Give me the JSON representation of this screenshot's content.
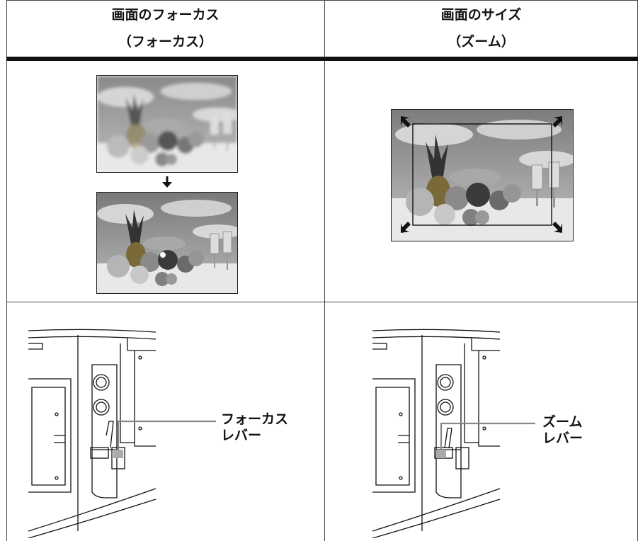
{
  "columns": [
    {
      "title": "画面のフォーカス",
      "subtitle": "（フォーカス）"
    },
    {
      "title": "画面のサイズ",
      "subtitle": "（ズーム）"
    }
  ],
  "labels": {
    "focus_lever_line1": "フォーカス",
    "focus_lever_line2": "レバー",
    "zoom_lever_line1": "ズーム",
    "zoom_lever_line2": "レバー"
  },
  "icons": {
    "arrow": "arrow-down-icon",
    "corner_arrows": "expand-arrows-icon"
  }
}
